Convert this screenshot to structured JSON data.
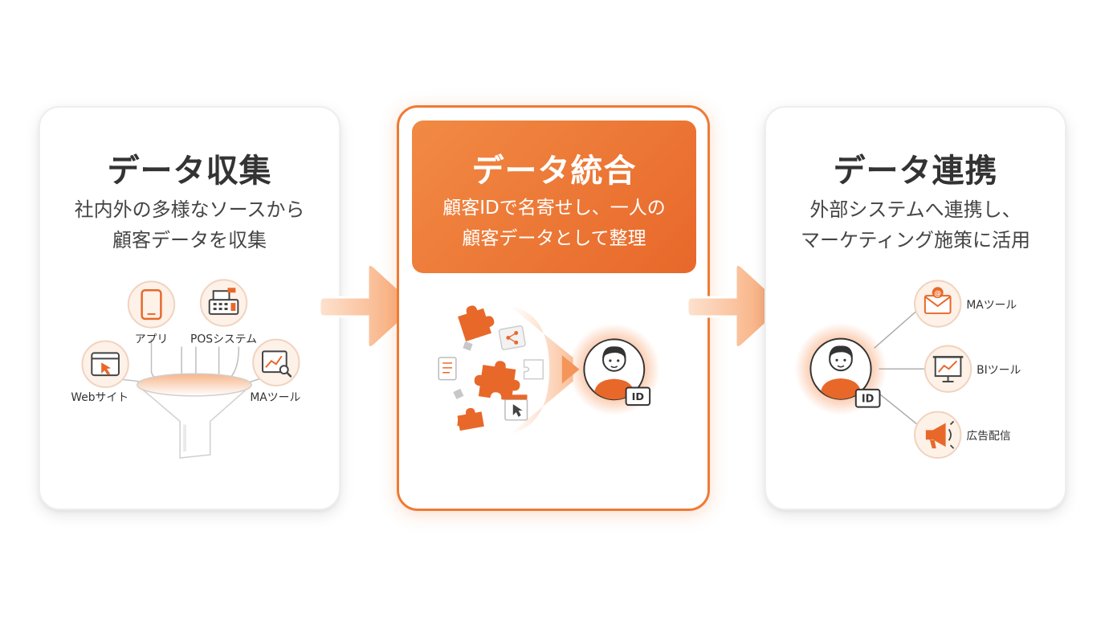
{
  "collect": {
    "title": "データ収集",
    "desc": [
      "社内外の多様なソースから",
      "顧客データを収集"
    ],
    "sources": {
      "app": "アプリ",
      "pos": "POSシステム",
      "web": "Webサイト",
      "ma": "MAツール"
    }
  },
  "integrate": {
    "title": "データ統合",
    "desc": [
      "顧客IDで名寄せし、一人の",
      "顧客データとして整理"
    ],
    "id_badge": "ID"
  },
  "link": {
    "title": "データ連携",
    "desc": [
      "外部システムへ連携し、",
      "マーケティング施策に活用"
    ],
    "id_badge": "ID",
    "targets": {
      "ma": "MAツール",
      "bi": "BIツール",
      "ad": "広告配信"
    }
  },
  "colors": {
    "accent": "#ef7a35",
    "accent_dark": "#e8682a",
    "icon_bg": "#fdf1e8"
  }
}
